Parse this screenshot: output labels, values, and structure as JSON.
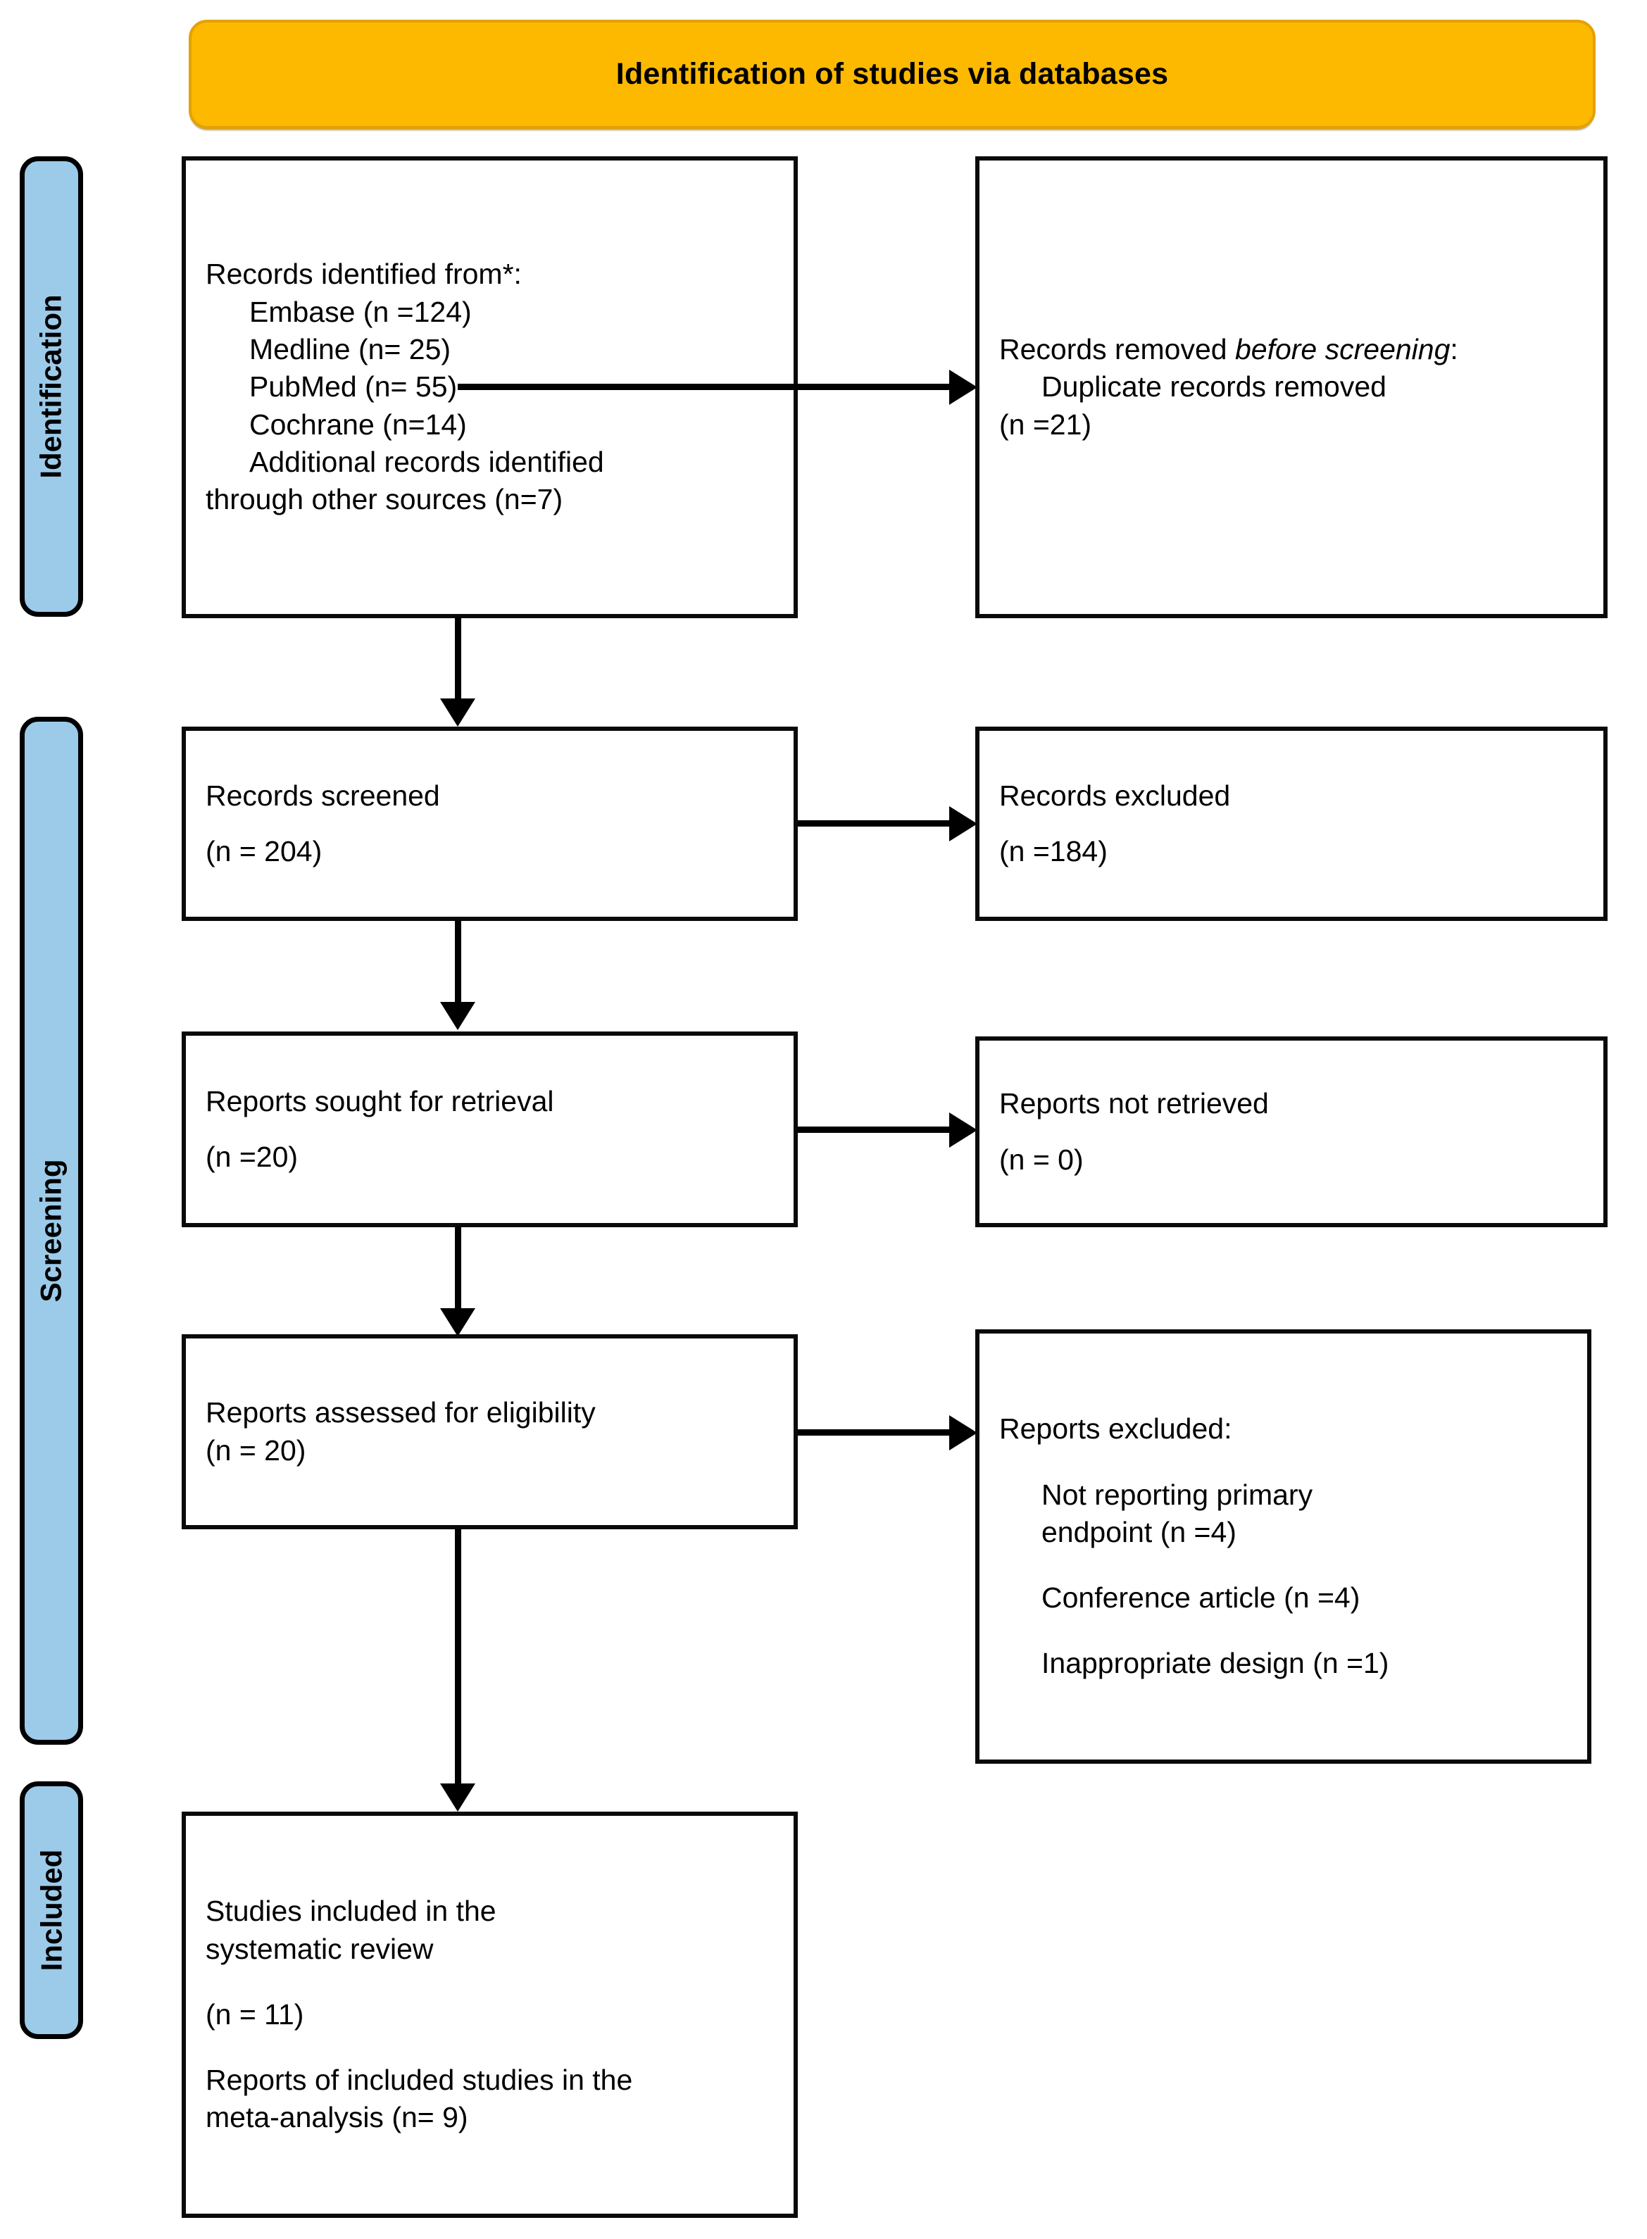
{
  "banner": {
    "title": "Identification of studies via databases"
  },
  "stages": [
    {
      "id": "identification",
      "label": "Identification"
    },
    {
      "id": "screening",
      "label": "Screening"
    },
    {
      "id": "included",
      "label": "Included"
    }
  ],
  "boxes": {
    "records_identified": {
      "heading": "Records identified from*:",
      "sources": [
        "Embase (n =124)",
        "Medline (n= 25)",
        "PubMed (n= 55)",
        "Cochrane (n=14)"
      ],
      "additional_line1": "Additional records identified",
      "additional_line2": "through other sources (n=7)"
    },
    "records_removed": {
      "heading_prefix": "Records removed ",
      "heading_italic": "before screening",
      "heading_suffix": ":",
      "detail_line1": "Duplicate records removed",
      "detail_line2": "(n =21)"
    },
    "records_screened": {
      "label": "Records screened",
      "count": "(n = 204)"
    },
    "records_excluded": {
      "label": "Records excluded",
      "count": "(n =184)"
    },
    "reports_sought": {
      "label": "Reports sought for retrieval",
      "count": "(n =20)"
    },
    "reports_not_retrieved": {
      "label": "Reports not retrieved",
      "count": "(n = 0)"
    },
    "reports_assessed": {
      "label": "Reports assessed for eligibility",
      "count": "(n = 20)"
    },
    "reports_excluded": {
      "heading": "Reports excluded:",
      "reasons": [
        {
          "line1": "Not reporting primary",
          "line2": "endpoint (n =4)"
        },
        {
          "line1": "Conference article (n =4)",
          "line2": ""
        },
        {
          "line1": "Inappropriate design (n =1)",
          "line2": ""
        }
      ]
    },
    "studies_included": {
      "line1": "Studies included in the",
      "line2": "systematic review",
      "count": "(n = 11)",
      "line3": "Reports of included studies in the",
      "line4": "meta-analysis (n= 9)"
    }
  },
  "colors": {
    "banner_fill": "#FCB900",
    "banner_border": "#E3A203",
    "stage_fill": "#9CCBEA",
    "box_border": "#0A0A0A",
    "text": "#000000"
  }
}
